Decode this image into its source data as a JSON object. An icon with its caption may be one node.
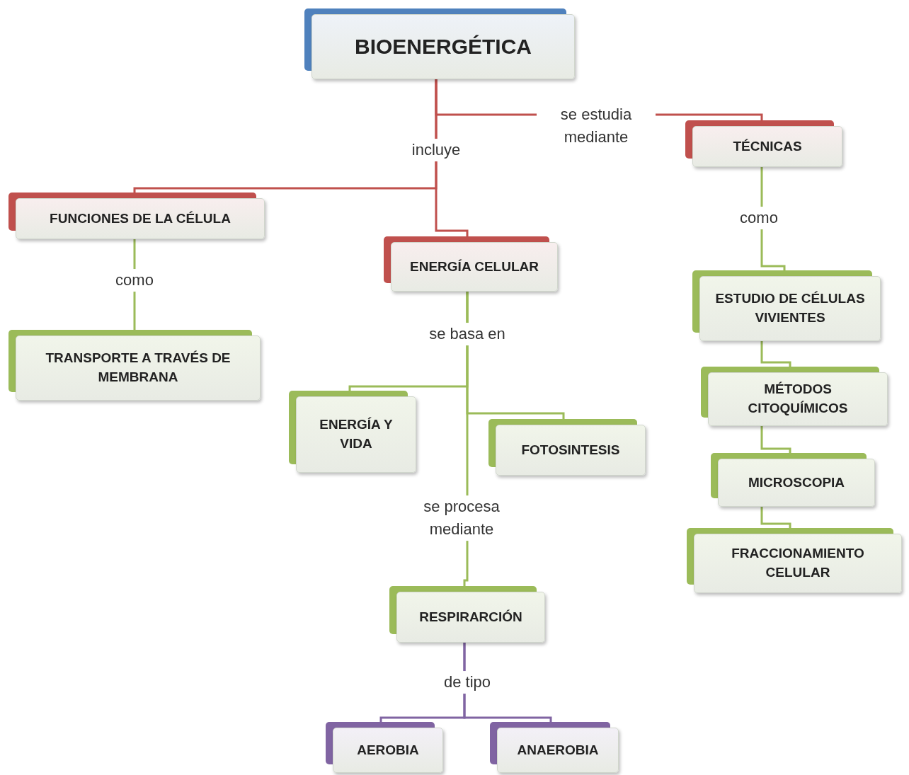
{
  "diagram": {
    "nodes": [
      {
        "text": [
          "BIOENERGÉTICA"
        ]
      },
      {
        "text": [
          "TÉCNICAS"
        ]
      },
      {
        "text": [
          "FUNCIONES DE LA CÉLULA"
        ]
      },
      {
        "text": [
          "ENERGÍA CELULAR"
        ]
      },
      {
        "text": [
          "TRANSPORTE A TRAVÉS DE MEMBRANA"
        ]
      },
      {
        "text": [
          "ESTUDIO DE CÉLULAS VIVIENTES"
        ]
      },
      {
        "text": [
          "ENERGÍA Y VIDA"
        ]
      },
      {
        "text": [
          "FOTOSINTESIS"
        ]
      },
      {
        "text": [
          "MÉTODOS CITOQUÍMICOS"
        ]
      },
      {
        "text": [
          "MICROSCOPIA"
        ]
      },
      {
        "text": [
          "FRACCIONAMIENTO CELULAR"
        ]
      },
      {
        "text": [
          "RESPIRARCIÓN"
        ]
      },
      {
        "text": [
          "AEROBIA"
        ]
      },
      {
        "text": [
          "ANAEROBIA"
        ]
      }
    ],
    "edges": [
      {
        "from": 0,
        "to": 1,
        "arrow": "none",
        "label": "se estudia mediante",
        "color": "#c0504d"
      },
      {
        "from": 0,
        "to": 2,
        "arrow": "none",
        "color": "#c0504d"
      },
      {
        "from": 0,
        "to": 3,
        "arrow": "none",
        "label": "incluye",
        "color": "#c0504d"
      },
      {
        "from": 1,
        "to": 5,
        "arrow": "none",
        "label": "como"
      },
      {
        "from": 5,
        "to": 8,
        "arrow": "none"
      },
      {
        "from": 8,
        "to": 9,
        "arrow": "none"
      },
      {
        "from": 9,
        "to": 10,
        "arrow": "none"
      },
      {
        "from": 2,
        "to": 4,
        "arrow": "none",
        "label": "como"
      },
      {
        "from": 3,
        "to": 6,
        "arrow": "none",
        "label": "se basa en"
      },
      {
        "from": 3,
        "to": 7,
        "arrow": "none"
      },
      {
        "from": 3,
        "to": 11,
        "arrow": "none",
        "label": "se procesa mediante"
      },
      {
        "from": 11,
        "to": 12,
        "arrow": "none",
        "label": "de tipo",
        "color": "#8064a2"
      },
      {
        "from": 11,
        "to": 13,
        "arrow": "none",
        "color": "#8064a2"
      }
    ]
  }
}
